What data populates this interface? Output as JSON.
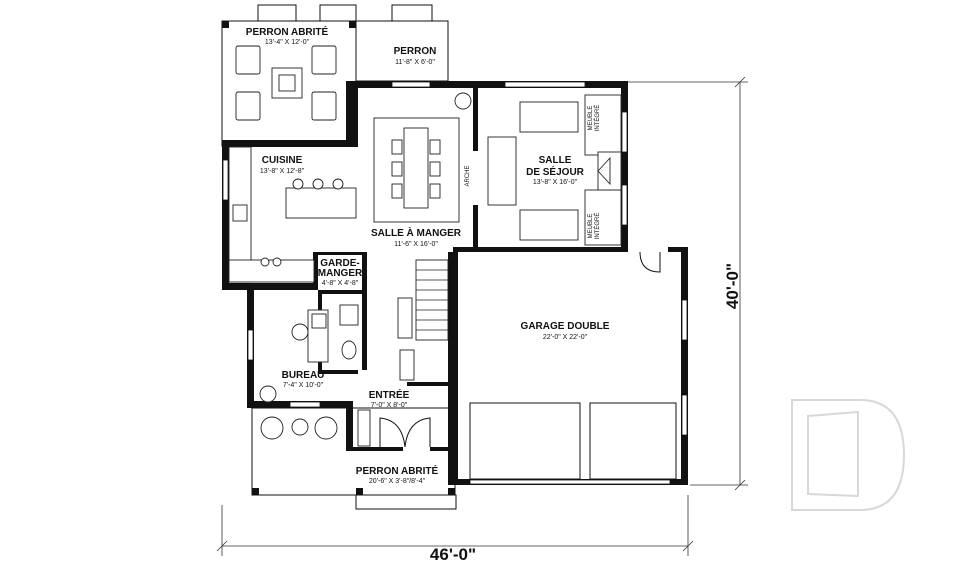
{
  "rooms": {
    "perron_abrite_top": {
      "name": "PERRON ABRITÉ",
      "dims": "13'-4\" X 12'-0\""
    },
    "perron": {
      "name": "PERRON",
      "dims": "11'-8\" X 6'-0\""
    },
    "cuisine": {
      "name": "CUISINE",
      "dims": "13'-8\" X 12'-8\""
    },
    "salle_a_manger": {
      "name": "SALLE À MANGER",
      "dims": "11'-6\" X 16'-0\""
    },
    "salle_de_sejour": {
      "name_line1": "SALLE",
      "name_line2": "DE SÉJOUR",
      "dims": "13'-8\" X 16'-0\""
    },
    "garde_manger": {
      "name_line1": "GARDE-",
      "name_line2": "MANGER",
      "dims": "4'-8\" X 4'-8\""
    },
    "garage": {
      "name": "GARAGE DOUBLE",
      "dims": "22'-0\" X 22'-0\""
    },
    "bureau": {
      "name": "BUREAU",
      "dims": "7'-4\" X 10'-0\""
    },
    "entree": {
      "name": "ENTRÉE",
      "dims": "7'-0\" X 8'-0\""
    },
    "perron_abrite_bottom": {
      "name": "PERRON ABRITÉ",
      "dims": "20'-6\" X 3'-8\"/8'-4\""
    }
  },
  "labels": {
    "arche": "ARCHE",
    "meuble_line1": "MEUBLE",
    "meuble_line2": "INTÉGRÉ"
  },
  "dimensions": {
    "width": "46'-0\"",
    "depth": "40'-0\""
  },
  "watermark": {
    "type": "logo",
    "letter": "D"
  }
}
